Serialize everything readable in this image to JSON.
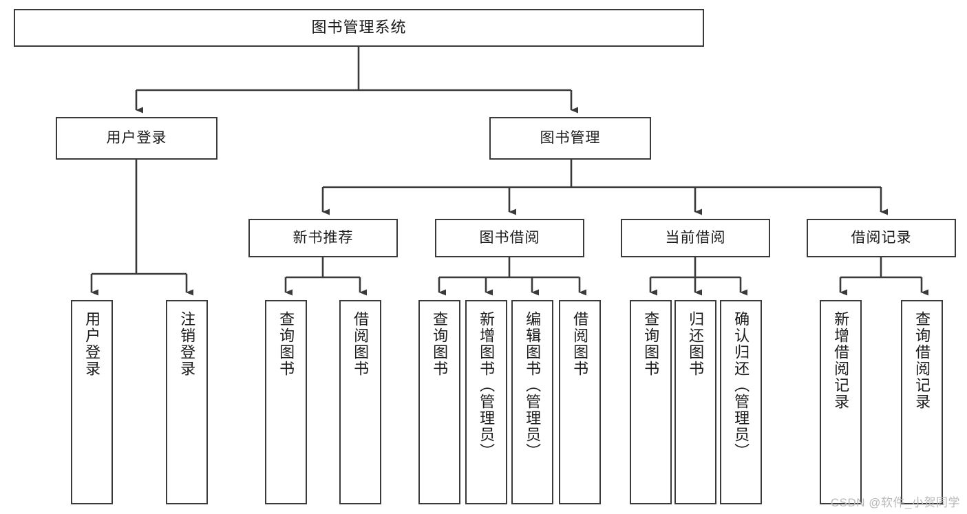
{
  "diagram": {
    "title": "图书管理系统",
    "type": "tree",
    "root": {
      "label": "图书管理系统"
    },
    "level2": [
      {
        "label": "用户登录"
      },
      {
        "label": "图书管理"
      }
    ],
    "level3": [
      {
        "label": "新书推荐"
      },
      {
        "label": "图书借阅"
      },
      {
        "label": "当前借阅"
      },
      {
        "label": "借阅记录"
      }
    ],
    "leaves": {
      "user_login": [
        {
          "label": "用户登录"
        },
        {
          "label": "注销登录"
        }
      ],
      "new_book_recommend": [
        {
          "label": "查询图书"
        },
        {
          "label": "借阅图书"
        }
      ],
      "book_borrow": [
        {
          "label": "查询图书"
        },
        {
          "label": "新增图书（管理员）"
        },
        {
          "label": "编辑图书（管理员）"
        },
        {
          "label": "借阅图书"
        }
      ],
      "current_borrow": [
        {
          "label": "查询图书"
        },
        {
          "label": "归还图书"
        },
        {
          "label": "确认归还（管理员）"
        }
      ],
      "borrow_record": [
        {
          "label": "新增借阅记录"
        },
        {
          "label": "查询借阅记录"
        }
      ]
    }
  },
  "watermark": {
    "text": "CSDN @软件_小贺同学"
  },
  "colors": {
    "stroke": "#3a3a3a",
    "fill": "#ffffff",
    "text": "#1b1b1b",
    "watermark": "#b9b9b9"
  }
}
